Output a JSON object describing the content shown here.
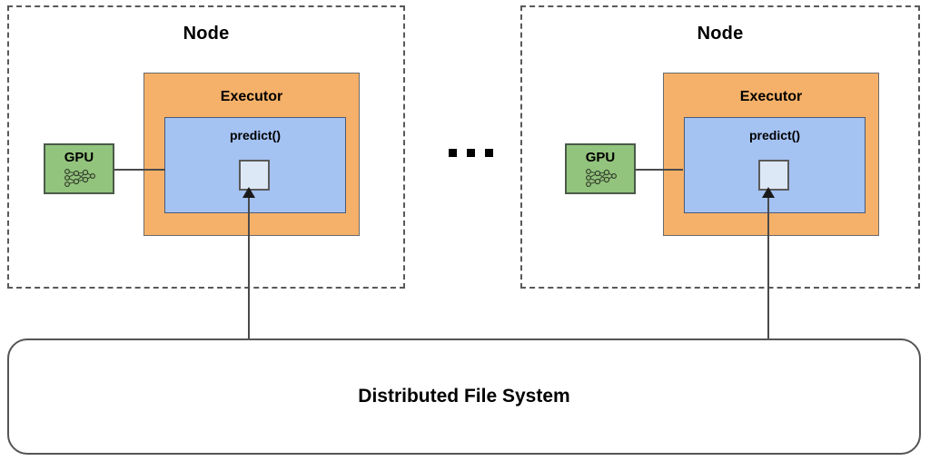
{
  "diagram": {
    "title": "Distributed inference architecture",
    "colors": {
      "node_border": "#595959",
      "executor_fill": "#F5B169",
      "predict_fill": "#A4C2F2",
      "gpu_fill": "#93C47D",
      "task_fill": "#DCE8F5",
      "arrow": "#4a4a4a",
      "background": "#FFFFFF"
    },
    "nodes": [
      {
        "label": "Node",
        "executor": {
          "label": "Executor",
          "predict": {
            "label": "predict()",
            "task_name": "task-square"
          }
        },
        "gpu": {
          "label": "GPU",
          "icon": "neural-network-icon"
        }
      },
      {
        "label": "Node",
        "executor": {
          "label": "Executor",
          "predict": {
            "label": "predict()",
            "task_name": "task-square"
          }
        },
        "gpu": {
          "label": "GPU",
          "icon": "neural-network-icon"
        }
      }
    ],
    "ellipsis": "...",
    "storage": {
      "label": "Distributed File System"
    }
  }
}
